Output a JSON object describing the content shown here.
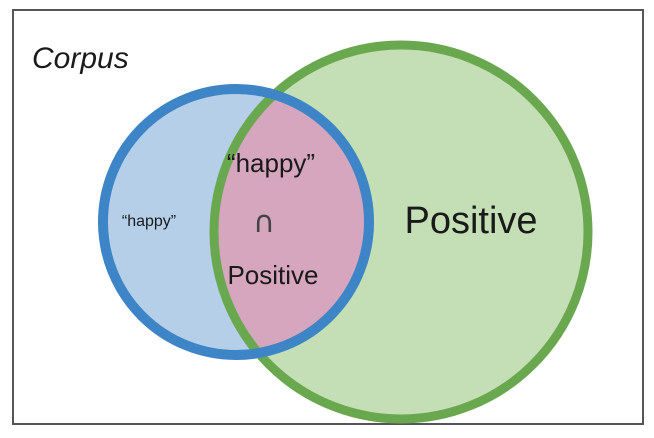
{
  "diagram": {
    "corpus_label": "Corpus",
    "positive_label": "Positive",
    "happy_only_label": "“happy”",
    "intersection": {
      "top_label": "“happy”",
      "symbol": "∩",
      "bottom_label": "Positive"
    }
  },
  "colors": {
    "corpus_border": "#555555",
    "positive_fill": "#c4dfb6",
    "positive_stroke": "#6aa84f",
    "happy_fill": "#b5cfe9",
    "happy_stroke": "#3d85c6",
    "intersection_fill": "#d5a6bd"
  }
}
